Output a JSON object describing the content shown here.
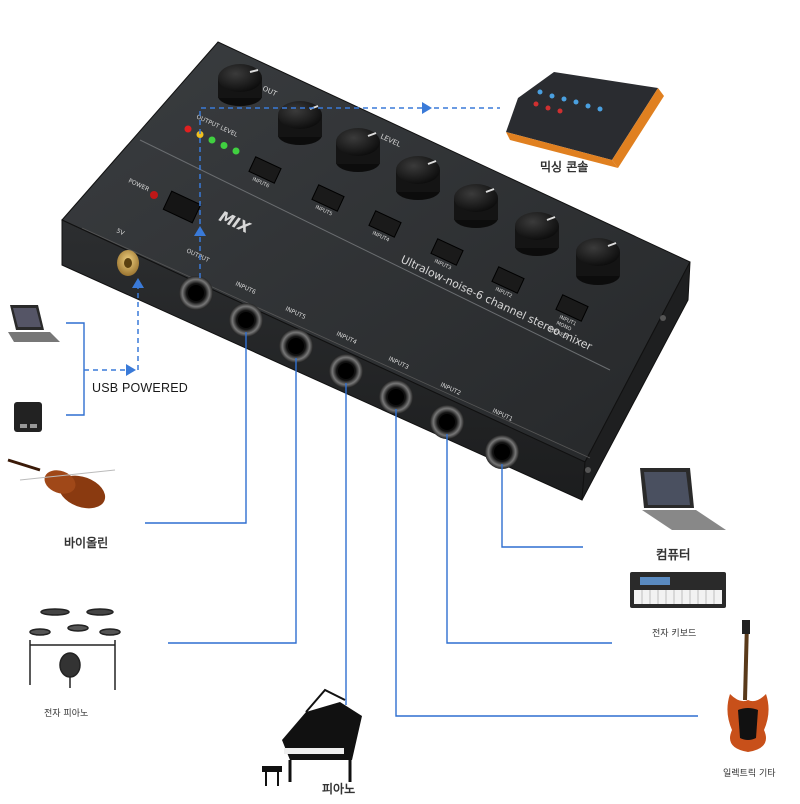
{
  "device": {
    "brand_logo": "MIX",
    "model_text": "Ultralow-noise-6 channel stereo mixer",
    "power_label": "POWER",
    "dc_label": "5V",
    "output_label": "OUTPUT",
    "output_level_label": "OUTPUT LEVEL",
    "out_knob_label": "OUT",
    "level_label": "LEVEL",
    "mono_label": "MONO",
    "stereo_label": "STEREO",
    "channels": [
      {
        "input": "INPUT1",
        "button_input": "INPUT1"
      },
      {
        "input": "INPUT2",
        "button_input": "INPUT2"
      },
      {
        "input": "INPUT3",
        "button_input": "INPUT3"
      },
      {
        "input": "INPUT4",
        "button_input": "INPUT4"
      },
      {
        "input": "INPUT5",
        "button_input": "INPUT5"
      },
      {
        "input": "INPUT6",
        "button_input": "INPUT6"
      }
    ],
    "led_colors": [
      "#e02020",
      "#f0c020",
      "#40d040",
      "#40d040",
      "#40d040"
    ]
  },
  "usb_label": "USB POWERED",
  "sources": {
    "violin": "바이올린",
    "drums": "전자 피아노",
    "piano": "피아노",
    "computer": "컴퓨터",
    "keyboard": "전자 키보드",
    "guitar": "일렉트릭 기타",
    "mixer": "믹싱 콘솔"
  },
  "colors": {
    "panel": "#2a2c2e",
    "panel_top": "#323538",
    "knob": "#151515",
    "cable": "#2f6fd0",
    "dash": "#3a7ad8"
  }
}
